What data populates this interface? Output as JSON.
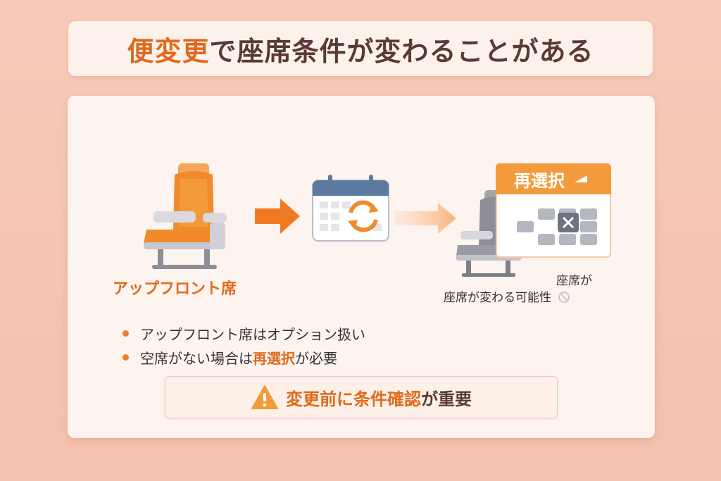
{
  "title": {
    "highlight": "便変更",
    "rest": "で座席条件が変わることがある"
  },
  "seat_label": "アップフロント席",
  "reselect_label": "再選択",
  "note_line1": "座席が",
  "note_line2": "座席が変わる可能性",
  "bullets": [
    {
      "text": "アップフロント席はオプション扱い"
    },
    {
      "pre": "空席がない場合は",
      "highlight": "再選択",
      "post": "が必要"
    }
  ],
  "warning": {
    "highlight": "変更前に条件確認",
    "rest": "が重要"
  },
  "icons": [
    "seat-orange-icon",
    "arrow-right-icon",
    "calendar-swap-icon",
    "arrow-right-faded-icon",
    "seat-gray-icon",
    "seat-map-icon",
    "warning-icon",
    "no-icon"
  ],
  "colors": {
    "accent": "#e06a1c",
    "orange": "#f39b3c",
    "text": "#5a3a34",
    "bg": "#f7c9b8"
  }
}
